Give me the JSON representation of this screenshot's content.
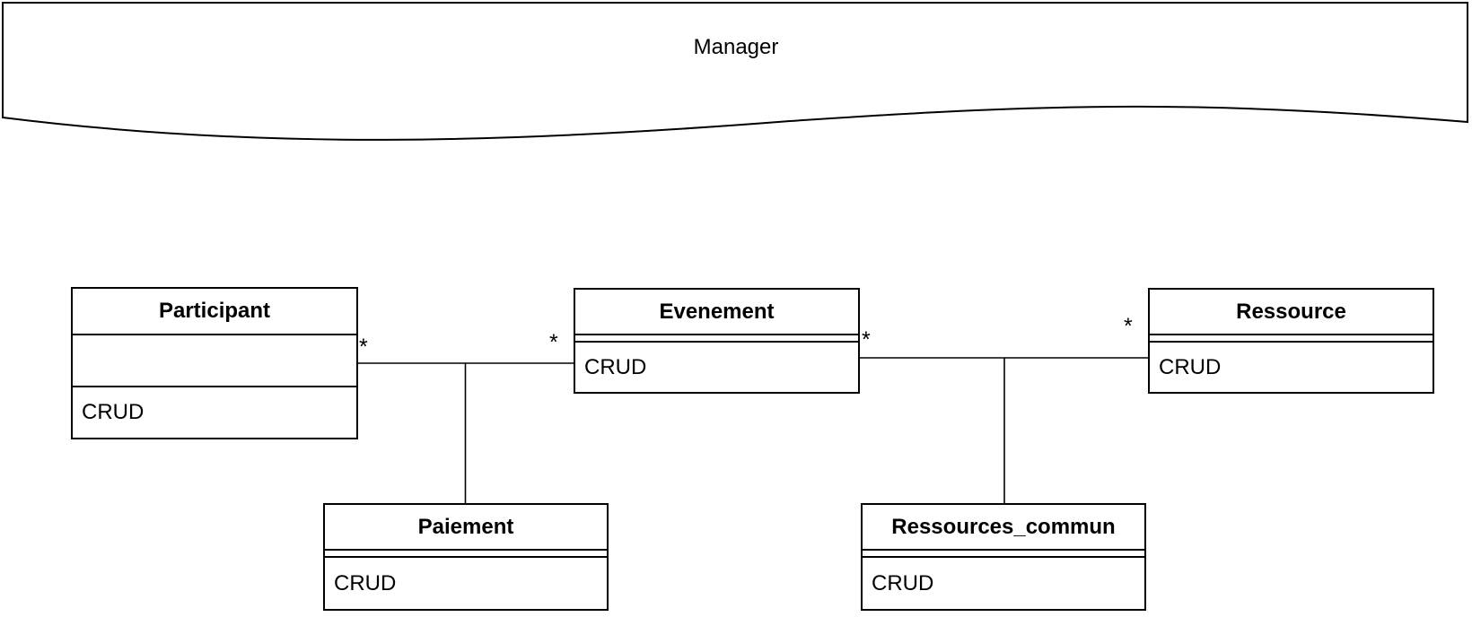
{
  "diagram": {
    "package": {
      "label": "Manager"
    },
    "classes": [
      {
        "name": "Participant",
        "attributes": "",
        "operations": "CRUD"
      },
      {
        "name": "Evenement",
        "attributes": "",
        "operations": "CRUD"
      },
      {
        "name": "Ressource",
        "attributes": "",
        "operations": "CRUD"
      },
      {
        "name": "Paiement",
        "attributes": "",
        "operations": "CRUD"
      },
      {
        "name": "Ressources_commun",
        "attributes": "",
        "operations": "CRUD"
      }
    ],
    "associations": [
      {
        "from": "Participant",
        "to": "Evenement",
        "from_multiplicity": "*",
        "to_multiplicity": "*",
        "branch_to": "Paiement"
      },
      {
        "from": "Evenement",
        "to": "Ressource",
        "from_multiplicity": "*",
        "to_multiplicity": "*",
        "branch_to": "Ressources_commun"
      }
    ],
    "colors": {
      "stroke": "#000000",
      "fill": "#ffffff"
    }
  }
}
